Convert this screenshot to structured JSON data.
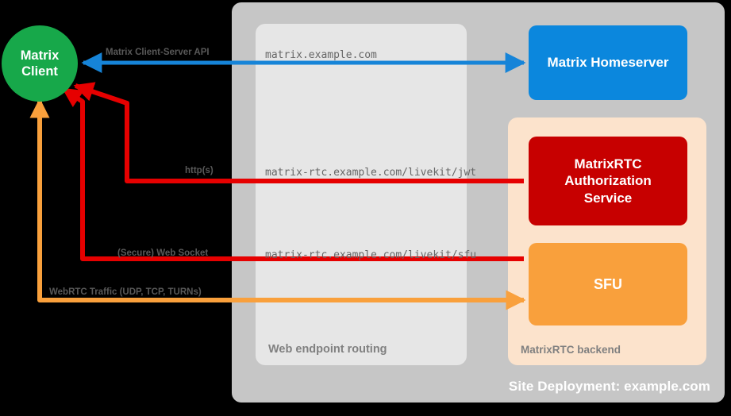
{
  "diagram": {
    "title": "Site Deployment: example.com",
    "background_color": "#000000"
  },
  "site_deployment": {
    "label": "Site Deployment: example.com",
    "color": "#c6c6c6"
  },
  "panels": {
    "web_endpoint_routing": {
      "label": "Web endpoint routing",
      "color": "#e6e6e6"
    },
    "matrixrtc_backend": {
      "label": "MatrixRTC backend",
      "color": "#fce3cc"
    }
  },
  "nodes": {
    "client": {
      "line1": "Matrix",
      "line2": "Client",
      "color": "#17a84a"
    },
    "homeserver": {
      "label": "Matrix Homeserver",
      "color": "#0b87dd"
    },
    "auth_service": {
      "line1": "MatrixRTC",
      "line2": "Authorization",
      "line3": "Service",
      "color": "#c70000"
    },
    "sfu": {
      "label": "SFU",
      "color": "#f9a03c"
    }
  },
  "endpoints": {
    "matrix": "matrix.example.com",
    "jwt": "matrix-rtc.example.com/livekit/jwt",
    "sfu": "matrix-rtc.example.com/livekit/sfu"
  },
  "flows": {
    "client_server_api": {
      "label": "Matrix Client-Server API",
      "color": "#1684d8"
    },
    "https": {
      "label": "http(s)",
      "color": "#e60000"
    },
    "websocket": {
      "label": "(Secure) Web Socket",
      "color": "#e60000"
    },
    "webrtc": {
      "label": "WebRTC Traffic (UDP, TCP, TURNs)",
      "color": "#f9a03c"
    }
  }
}
